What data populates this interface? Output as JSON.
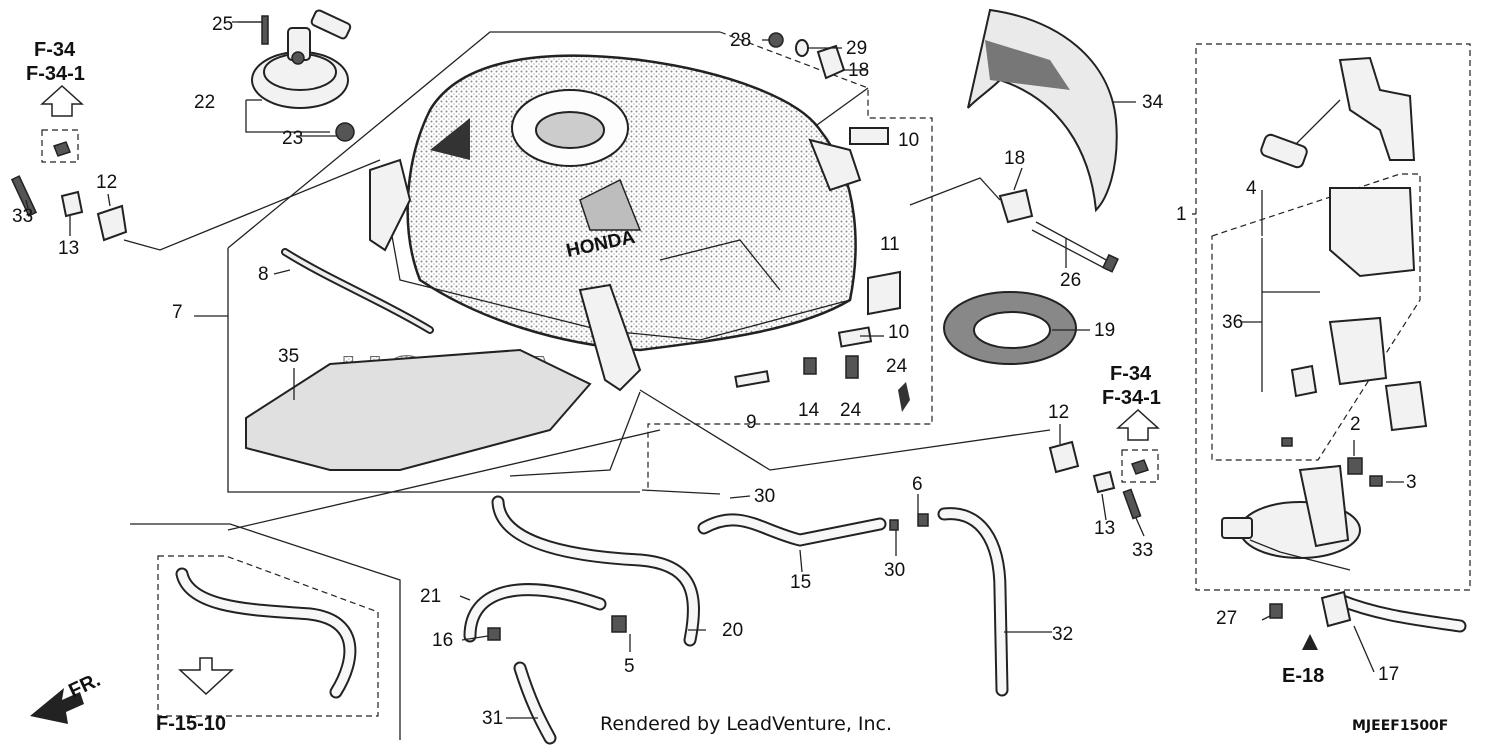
{
  "diagram": {
    "credit": "Rendered by LeadVenture, Inc.",
    "code": "MJEEF1500F",
    "direction_label": "FR.",
    "tank_brand": "HONDA",
    "sheet_brand": "HONDA",
    "refs": {
      "top_left": [
        "F-34",
        "F-34-1"
      ],
      "mid_right": [
        "F-34",
        "F-34-1"
      ],
      "bottom_left": "F-15-10",
      "bottom_right": "E-18"
    },
    "labels": {
      "p1": "1",
      "p2": "2",
      "p3": "3",
      "p4": "4",
      "p5": "5",
      "p6": "6",
      "p7": "7",
      "p8": "8",
      "p9": "9",
      "p10a": "10",
      "p10b": "10",
      "p11": "11",
      "p12a": "12",
      "p12b": "12",
      "p13a": "13",
      "p13b": "13",
      "p14": "14",
      "p15": "15",
      "p16": "16",
      "p17": "17",
      "p18a": "18",
      "p18b": "18",
      "p19": "19",
      "p20": "20",
      "p21": "21",
      "p22": "22",
      "p23": "23",
      "p24a": "24",
      "p24b": "24",
      "p25": "25",
      "p26": "26",
      "p27": "27",
      "p28": "28",
      "p29": "29",
      "p30a": "30",
      "p30b": "30",
      "p31": "31",
      "p32": "32",
      "p33a": "33",
      "p33b": "33",
      "p34": "34",
      "p35": "35",
      "p36": "36"
    }
  }
}
